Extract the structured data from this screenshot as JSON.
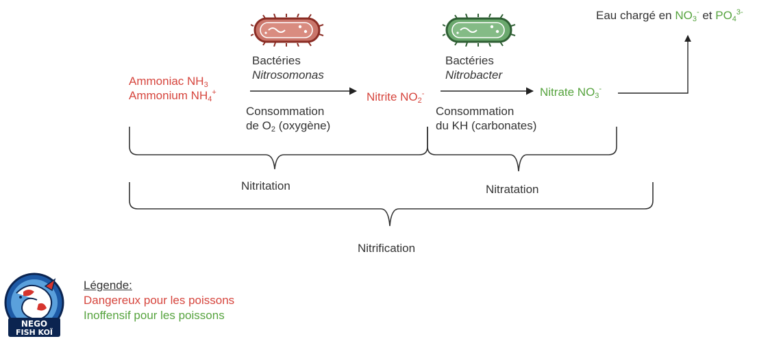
{
  "outflow": {
    "prefix": "Eau chargé en ",
    "no3": "NO",
    "no3_sub": "3",
    "no3_sup": "-",
    "mid": " et ",
    "po4": "PO",
    "po4_sub": "4",
    "po4_sup": "3-"
  },
  "bacteria1": {
    "line1": "Bactéries",
    "line2": "Nitrosomonas"
  },
  "bacteria2": {
    "line1": "Bactéries",
    "line2": "Nitrobacter"
  },
  "ammonia": {
    "l1": "Ammoniac NH",
    "l1_sub": "3",
    "l2": "Ammonium NH",
    "l2_sub": "4",
    "l2_sup": "+"
  },
  "nitrite": {
    "t": "Nitrite NO",
    "sub": "2",
    "sup": "-"
  },
  "nitrate": {
    "t": "Nitrate NO",
    "sub": "3",
    "sup": "-"
  },
  "consumption1": {
    "l1": "Consommation",
    "l2a": "de O",
    "l2_sub": "2",
    "l2b": " (oxygène)"
  },
  "consumption2": {
    "l1": "Consommation",
    "l2": "du KH (carbonates)"
  },
  "labels": {
    "nitritation": "Nitritation",
    "nitratation": "Nitratation",
    "nitrification": "Nitrification"
  },
  "legend": {
    "title": "Légende:",
    "danger": "Dangereux pour les poissons",
    "harmless": "Inoffensif pour les poissons"
  },
  "logo": {
    "line1": "NEGO",
    "line2": "FISH KOÏ"
  },
  "colors": {
    "danger": "#d6453d",
    "harmless": "#56a33e",
    "text": "#333333",
    "bact_red": "#c9756a",
    "bact_green": "#6aa86d"
  }
}
